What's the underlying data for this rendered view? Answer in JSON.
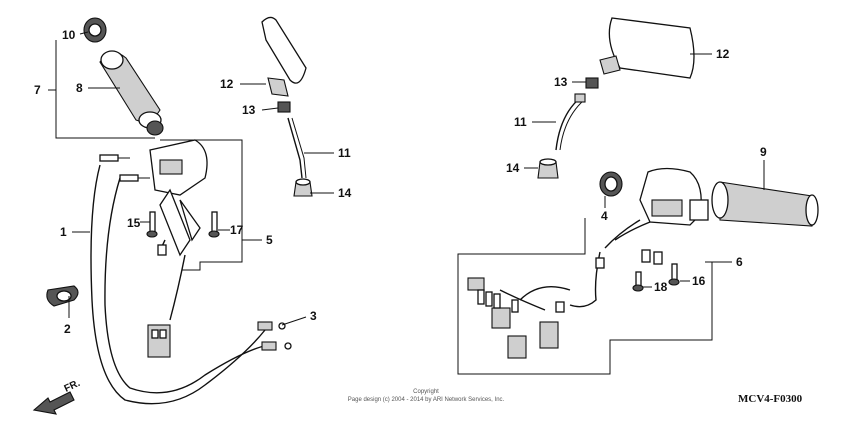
{
  "diagram": {
    "callouts": {
      "p1": "1",
      "p2": "2",
      "p3": "3",
      "p4": "4",
      "p5": "5",
      "p6": "6",
      "p7": "7",
      "p8": "8",
      "p9": "9",
      "p10": "10",
      "p11a": "11",
      "p11b": "11",
      "p12a": "12",
      "p12b": "12",
      "p13a": "13",
      "p13b": "13",
      "p14a": "14",
      "p14b": "14",
      "p15": "15",
      "p16": "16",
      "p17": "17",
      "p18": "18"
    },
    "direction_label": "FR.",
    "copyright_line1": "Copyright",
    "copyright_line2": "Page design (c) 2004 - 2014 by ARI Network Services, Inc.",
    "drawing_code": "MCV4-F0300"
  }
}
